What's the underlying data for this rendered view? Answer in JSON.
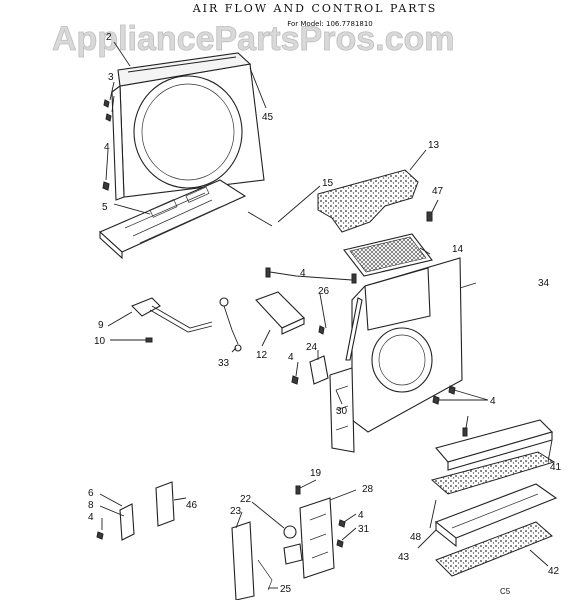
{
  "header": {
    "title": "AIR FLOW AND CONTROL PARTS",
    "model_line": "For Model: 106.7781810"
  },
  "watermark": "AppliancePartsPros.com",
  "callouts": [
    "2",
    "3",
    "4",
    "5",
    "45",
    "13",
    "15",
    "47",
    "14",
    "4",
    "26",
    "34",
    "9",
    "10",
    "33",
    "12",
    "24",
    "4",
    "30",
    "4",
    "19",
    "28",
    "6",
    "8",
    "4",
    "46",
    "22",
    "23",
    "4",
    "31",
    "25",
    "48",
    "41",
    "43",
    "42"
  ],
  "footer_code": "C5"
}
